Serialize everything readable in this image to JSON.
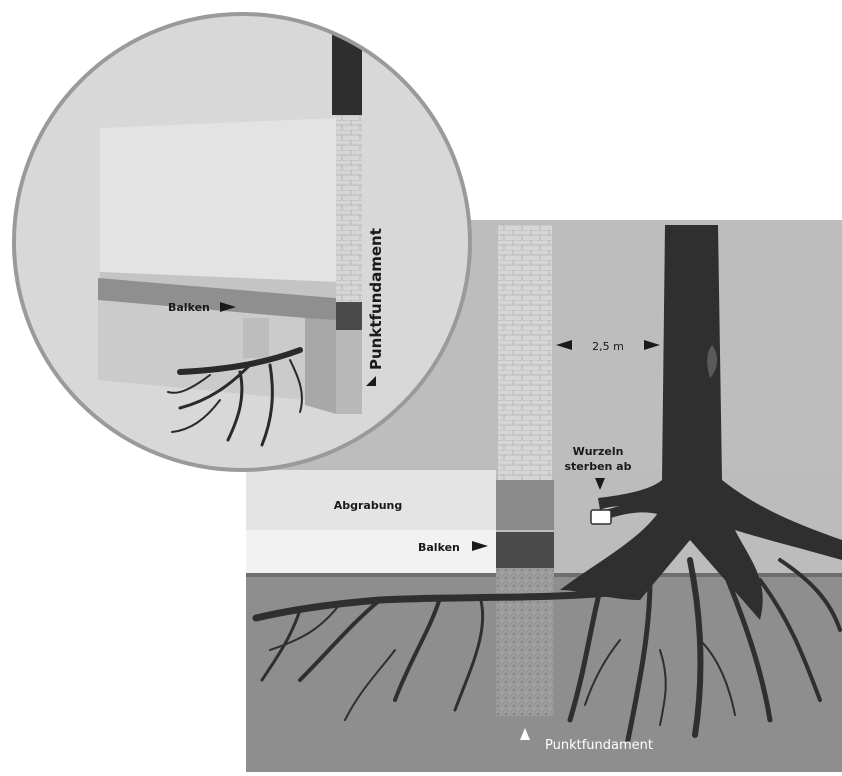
{
  "main_panel": {
    "labels": {
      "distance": "2,5 m",
      "roots_die_line1": "Wurzeln",
      "roots_die_line2": "sterben ab",
      "excavation": "Abgrabung",
      "beam": "Balken",
      "point_foundation": "Punktfundament"
    }
  },
  "detail_inset": {
    "labels": {
      "beam": "Balken",
      "point_foundation": "Punktfundament"
    }
  },
  "colors": {
    "background": "#ffffff",
    "panel_gray": "#b9b9b9",
    "sky_light": "#c9c9c9",
    "excavation_light": "#e6e6e6",
    "soil": "#8c8c8c",
    "tree_dark": "#2e2e2e",
    "foundation_light": "#d2d2d2",
    "beam_dark": "#4a4a4a",
    "inset_border": "#9a9a9a"
  }
}
